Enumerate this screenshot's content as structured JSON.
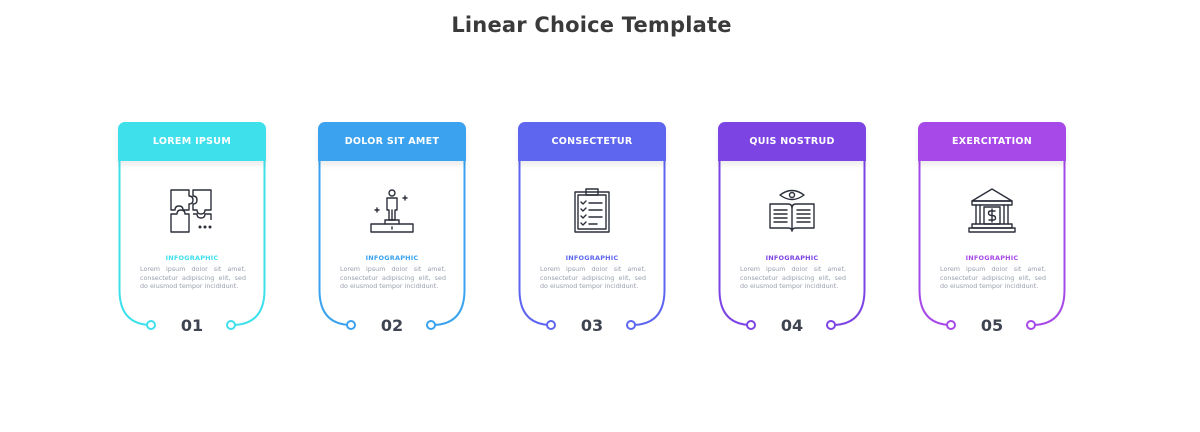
{
  "title": "Linear Choice Template",
  "cards": [
    {
      "heading": "LOREM IPSUM",
      "label": "INFOGRAPHIC",
      "text": "Lorem ipsum dolor sit amet, consectetur adipiscing elit, sed do eiusmod tempor incididunt.",
      "number": "01",
      "icon": "puzzle-icon",
      "color": "#3ee0ec"
    },
    {
      "heading": "DOLOR SIT AMET",
      "label": "INFOGRAPHIC",
      "text": "Lorem ipsum dolor sit amet, consectetur adipiscing elit, sed do eiusmod tempor incididunt.",
      "number": "02",
      "icon": "winner-podium-icon",
      "color": "#3aa2ee"
    },
    {
      "heading": "CONSECTETUR",
      "label": "INFOGRAPHIC",
      "text": "Lorem ipsum dolor sit amet, consectetur adipiscing elit, sed do eiusmod tempor incididunt.",
      "number": "03",
      "icon": "clipboard-checklist-icon",
      "color": "#5e66f0"
    },
    {
      "heading": "QUIS NOSTRUD",
      "label": "INFOGRAPHIC",
      "text": "Lorem ipsum dolor sit amet, consectetur adipiscing elit, sed do eiusmod tempor incididunt.",
      "number": "04",
      "icon": "book-eye-icon",
      "color": "#7d44e4"
    },
    {
      "heading": "EXERCITATION",
      "label": "INFOGRAPHIC",
      "text": "Lorem ipsum dolor sit amet, consectetur adipiscing elit, sed do eiusmod tempor incididunt.",
      "number": "05",
      "icon": "bank-dollar-icon",
      "color": "#a649e8"
    }
  ]
}
